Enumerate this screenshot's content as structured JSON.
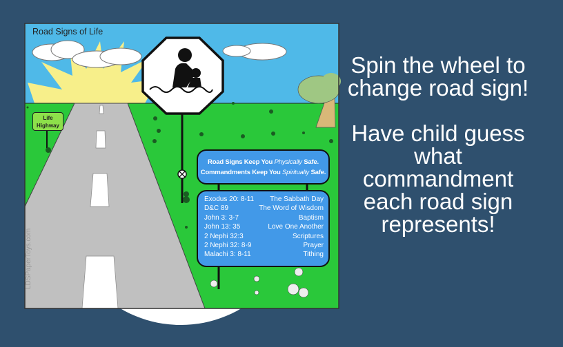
{
  "title": "Road Signs of Life",
  "life_sign": {
    "line1": "Life",
    "line2": "Highway"
  },
  "watermark": "LDSPaperToys.com",
  "safety_board": {
    "line1_a": "Road Signs Keep You ",
    "line1_em": "Physically",
    "line1_b": " Safe.",
    "line2_a": "Commandments Keep You ",
    "line2_em": "Spiritually",
    "line2_b": " Safe."
  },
  "commandments": [
    {
      "ref": "Exodus 20: 8-11",
      "name": "The Sabbath Day"
    },
    {
      "ref": "D&C 89",
      "name": "The Word of Wisdom"
    },
    {
      "ref": "John 3: 3-7",
      "name": "Baptism"
    },
    {
      "ref": "John 13: 35",
      "name": "Love One Another"
    },
    {
      "ref": "2 Nephi 32:3",
      "name": "Scriptures"
    },
    {
      "ref": "2 Nephi 32: 8-9",
      "name": "Prayer"
    },
    {
      "ref": "Malachi 3: 8-11",
      "name": "Tithing"
    }
  ],
  "instructions": {
    "line1": "Spin the wheel to change road sign!",
    "line2": "Have child guess what commandment each road sign represents!"
  },
  "colors": {
    "background": "#2f506e",
    "sky": "#4fb9e8",
    "grass": "#2ac83a",
    "board": "#4299e8"
  }
}
